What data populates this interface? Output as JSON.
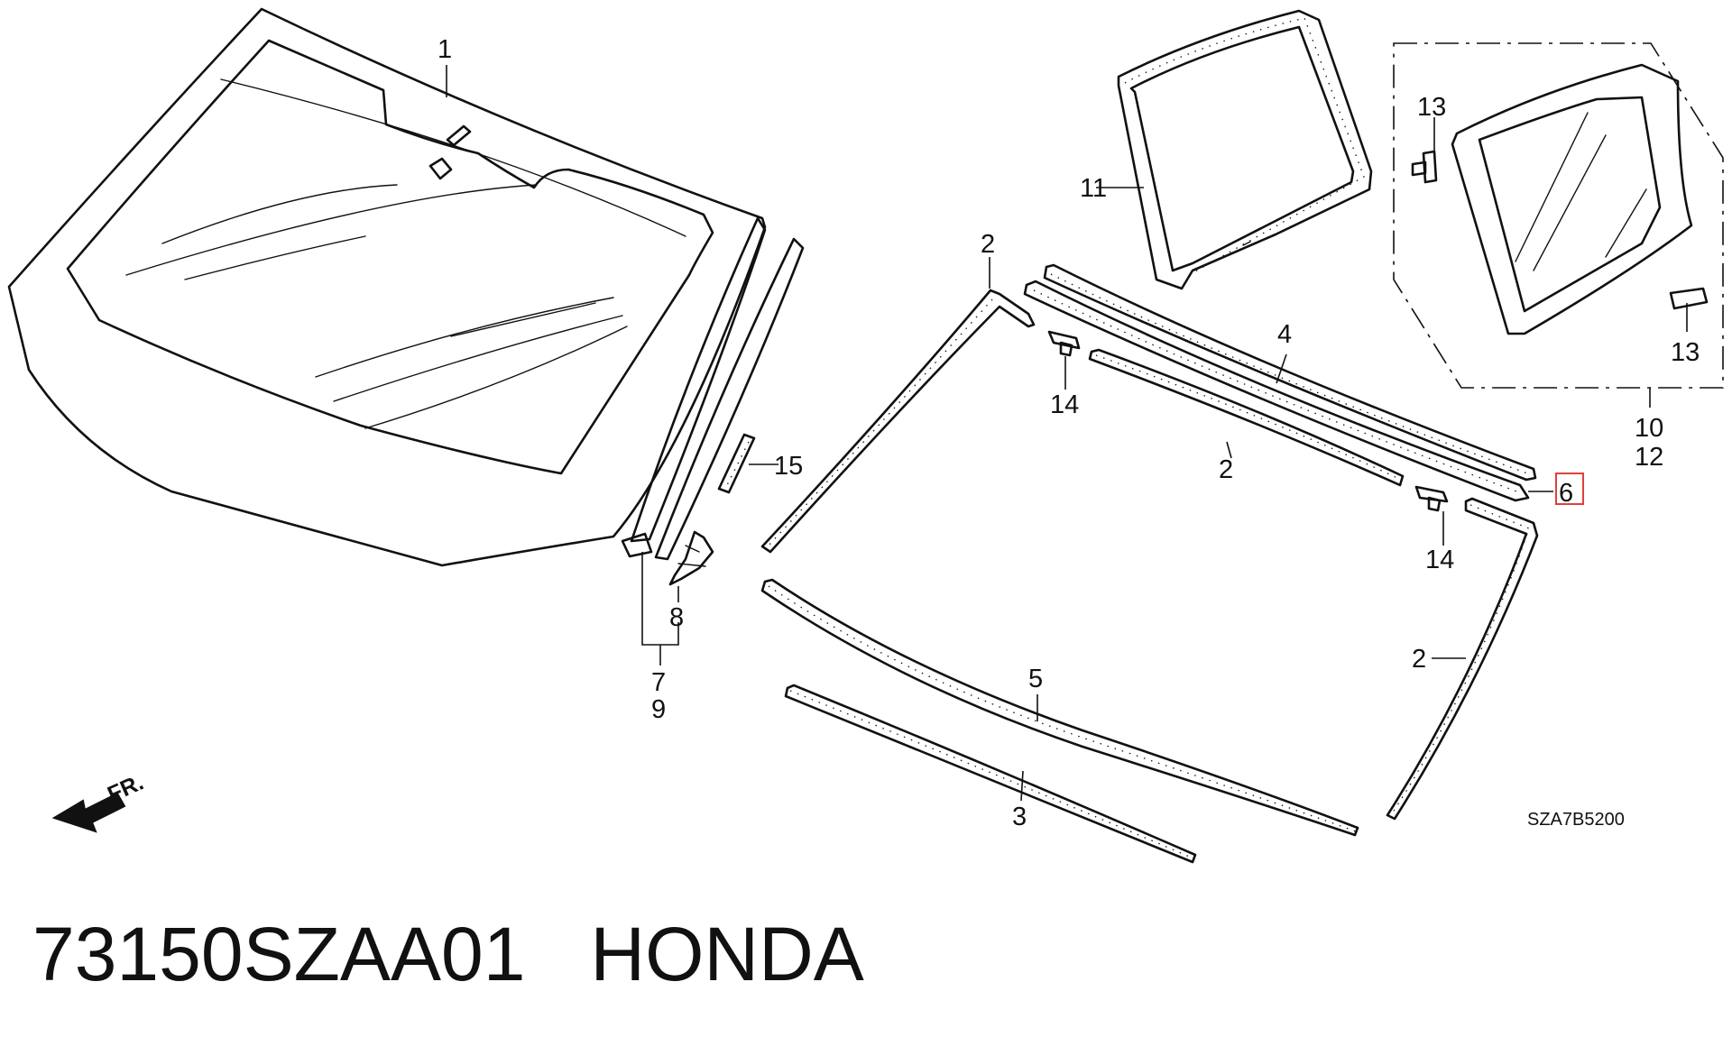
{
  "callouts": {
    "c1": "1",
    "c2a": "2",
    "c2b": "2",
    "c2c": "2",
    "c3": "3",
    "c4": "4",
    "c5": "5",
    "c6": "6",
    "c7": "7",
    "c8": "8",
    "c9": "9",
    "c10": "10",
    "c11": "11",
    "c12": "12",
    "c13a": "13",
    "c13b": "13",
    "c14a": "14",
    "c14b": "14",
    "c15": "15"
  },
  "diagram_code": "SZA7B5200",
  "front_label": "FR.",
  "part_number": "73150SZAA01",
  "brand": "HONDA",
  "colors": {
    "line": "#111111",
    "highlight": "#e0403a"
  }
}
